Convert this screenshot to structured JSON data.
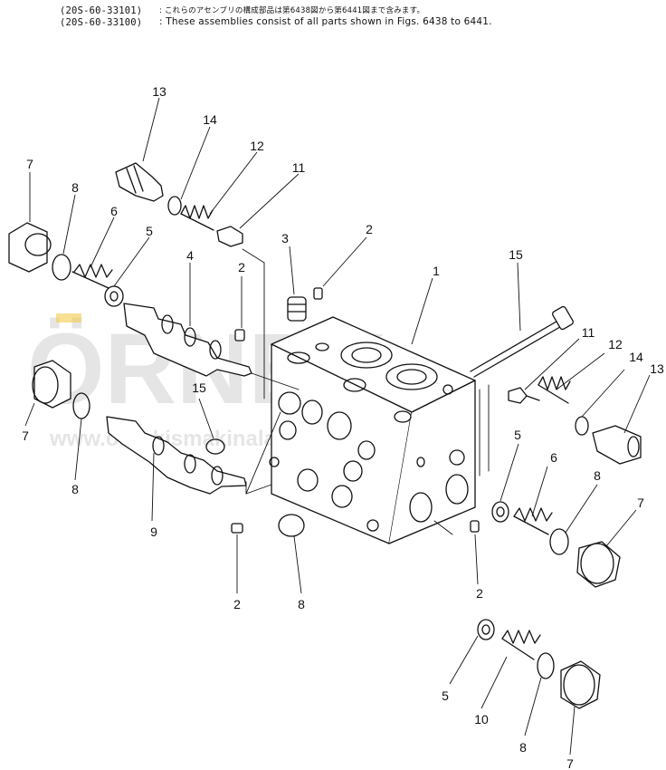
{
  "header": {
    "code1": "(20S-60-33101)",
    "code2": "(20S-60-33100)",
    "note_jp": ": これらのアセンブリの構成部品は第6438図から第6441図まで含みます。",
    "note_en": ": These assemblies consist of all parts shown in Figs. 6438 to 6441."
  },
  "watermark": {
    "brand": "ÖRNEK",
    "url": "www.ornekismakinalari.com.tr"
  },
  "part_labels": [
    "13",
    "14",
    "12",
    "11",
    "7",
    "8",
    "6",
    "5",
    "4",
    "3",
    "2",
    "2",
    "1",
    "15",
    "11",
    "12",
    "14",
    "13",
    "15",
    "7",
    "8",
    "9",
    "5",
    "6",
    "8",
    "7",
    "2",
    "8",
    "2",
    "5",
    "10",
    "8",
    "7"
  ],
  "colors": {
    "ink": "#111111",
    "watermark": "#cfcfcf",
    "watermark_accent": "#f2c94c"
  }
}
